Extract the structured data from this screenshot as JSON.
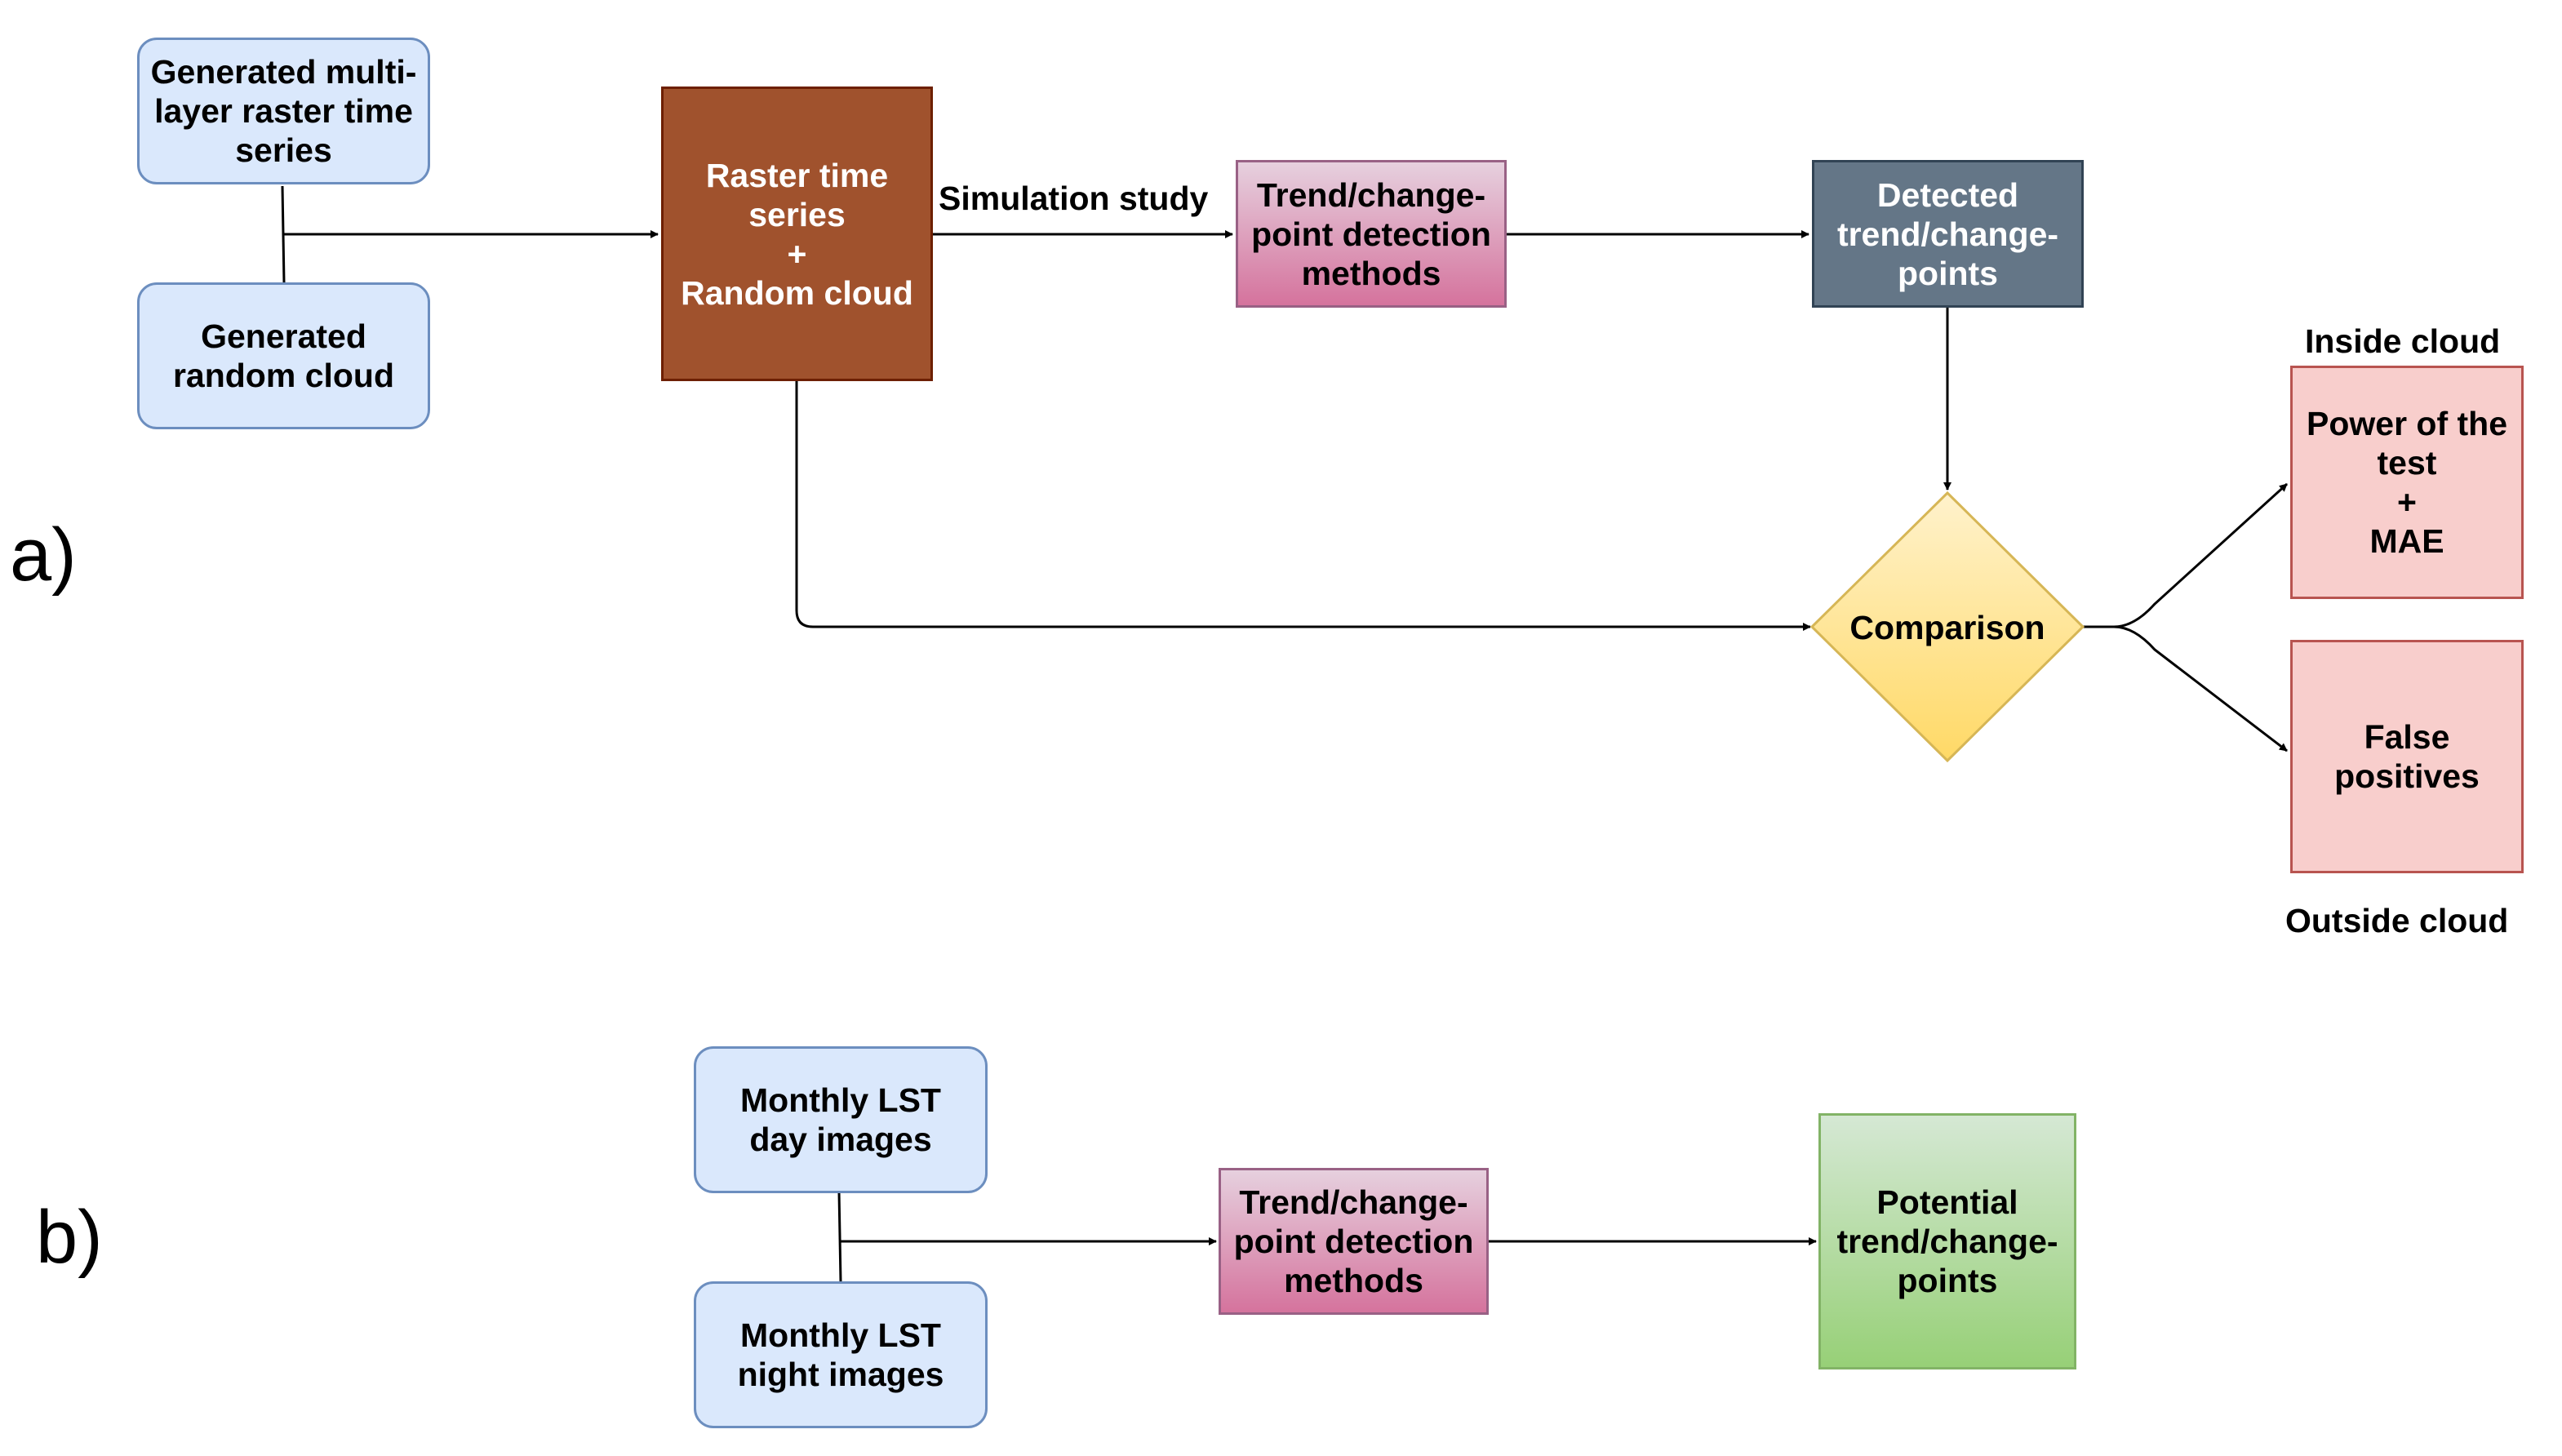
{
  "panel_a": {
    "label": "a)",
    "generated_raster": "Generated multi-\nlayer raster time\nseries",
    "generated_cloud": "Generated\nrandom cloud",
    "raster_plus_cloud": "Raster time\nseries\n+\nRandom cloud",
    "simulation_label": "Simulation study",
    "methods": "Trend/change-\npoint detection\nmethods",
    "detected": "Detected\ntrend/change-\npoints",
    "comparison": "Comparison",
    "inside_label": "Inside cloud",
    "power": "Power of the\ntest\n+\nMAE",
    "false_positives": "False\npositives",
    "outside_label": "Outside cloud"
  },
  "panel_b": {
    "label": "b)",
    "lst_day": "Monthly LST\nday images",
    "lst_night": "Monthly LST\nnight images",
    "methods": "Trend/change-\npoint detection\nmethods",
    "potential": "Potential\ntrend/change-\npoints"
  },
  "colors": {
    "blue_fill": "#dae8fc",
    "blue_stroke": "#6c8ebf",
    "brown_fill": "#a0522d",
    "pink_top": "#e6d0de",
    "pink_bottom": "#d5739d",
    "slate_fill": "#647687",
    "diamond_top": "#fff2cc",
    "diamond_bottom": "#ffd966",
    "diamond_stroke": "#d6b656",
    "red_fill": "#f8cecc",
    "red_stroke": "#b85450",
    "green_top": "#d5e8d4",
    "green_bottom": "#97d077"
  }
}
